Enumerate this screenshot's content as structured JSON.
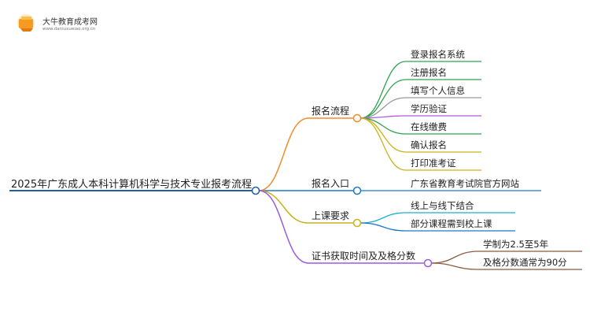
{
  "logo": {
    "brand": "大牛教育成考网",
    "site": "www.daniuxueiao.org.cn"
  },
  "root": "2025年广东成人本科计算机科学与技术专业报考流程",
  "branches": [
    {
      "label": "报名流程",
      "color": "#f28c28",
      "children": [
        {
          "label": "登录报名系统",
          "color": "#2ea44f"
        },
        {
          "label": "注册报名",
          "color": "#2ea44f"
        },
        {
          "label": "填写个人信息",
          "color": "#9a9a9a"
        },
        {
          "label": "学历验证",
          "color": "#b45bd6"
        },
        {
          "label": "在线缴费",
          "color": "#2ea44f"
        },
        {
          "label": "确认报名",
          "color": "#c9b21a"
        },
        {
          "label": "打印准考证",
          "color": "#c9b21a"
        }
      ]
    },
    {
      "label": "报名入口",
      "color": "#1e78c8",
      "children": [
        {
          "label": "广东省教育考试院官方网站",
          "color": "#1e78c8"
        }
      ]
    },
    {
      "label": "上课要求",
      "color": "#c9b21a",
      "children": [
        {
          "label": "线上与线下结合",
          "color": "#17b3c8"
        },
        {
          "label": "部分课程需到校上课",
          "color": "#1e78c8"
        }
      ]
    },
    {
      "label": "证书获取时间及及格分数",
      "color": "#9a5ce0",
      "children": [
        {
          "label": "学制为2.5至5年",
          "color": "#8b5a3c"
        },
        {
          "label": "及格分数通常为90分",
          "color": "#8b5a3c"
        }
      ]
    }
  ]
}
